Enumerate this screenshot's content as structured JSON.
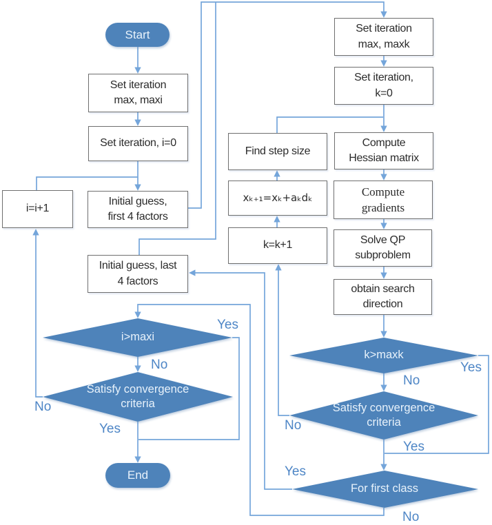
{
  "palette": {
    "shape_fill": "#4e83ba",
    "shape_text": "#e8f2fb",
    "line_color": "#74a5da",
    "label_color": "#4e86c6",
    "box_border": "#6e6e6e",
    "box_text": "#2b2b2b"
  },
  "flowchart": {
    "nodes": {
      "start": "Start",
      "set_iter_max_i": "Set iteration\nmax, maxi",
      "set_iter_i0": "Set iteration, i=0",
      "i_increment": "i=i+1",
      "initial_guess_first": "Initial guess,\nfirst 4 factors",
      "initial_guess_last": "Initial guess, last\n4 factors",
      "i_gt_maxi": "i>maxi",
      "satisfy_convergence_left": "Satisfy convergence\ncriteria",
      "end": "End",
      "find_step_size": "Find step size",
      "update_x": "xₖ₊₁=xₖ+aₖdₖ",
      "k_increment": "k=k+1",
      "set_iter_max_k": "Set iteration\nmax, maxk",
      "set_iter_k0": "Set iteration,\nk=0",
      "compute_hessian": "Compute\nHessian matrix",
      "compute_gradients": "Compute\ngradients",
      "solve_qp": "Solve QP\nsubproblem",
      "obtain_search_direction": "obtain search\ndirection",
      "k_gt_maxk": "k>maxk",
      "satisfy_convergence_right": "Satisfy convergence\ncriteria",
      "for_first_class": "For first class"
    },
    "edge_labels": {
      "i_gt_maxi_yes": "Yes",
      "i_gt_maxi_no": "No",
      "satisfy_left_no": "No",
      "satisfy_left_yes": "Yes",
      "k_gt_maxk_yes": "Yes",
      "k_gt_maxk_no": "No",
      "satisfy_right_no": "No",
      "satisfy_right_yes": "Yes",
      "for_first_class_yes": "Yes",
      "for_first_class_no": "No"
    }
  }
}
